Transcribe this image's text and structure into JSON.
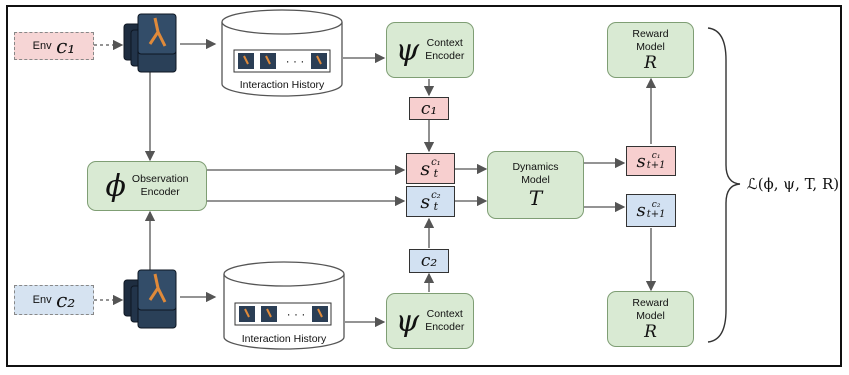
{
  "env1": {
    "label": "Env",
    "var": "c₁"
  },
  "env2": {
    "label": "Env",
    "var": "c₂"
  },
  "history_top": {
    "caption": "Interaction History",
    "ellipsis": "· · ·"
  },
  "history_bottom": {
    "caption": "Interaction History",
    "ellipsis": "· · ·"
  },
  "context_encoder_top": {
    "symbol": "ψ",
    "line1": "Context",
    "line2": "Encoder"
  },
  "context_encoder_bottom": {
    "symbol": "ψ",
    "line1": "Context",
    "line2": "Encoder"
  },
  "observation_encoder": {
    "symbol": "ϕ",
    "line1": "Observation",
    "line2": "Encoder"
  },
  "c1_box": "c₁",
  "c2_box": "c₂",
  "state_t_c1": {
    "base": "s",
    "sup": "c₁",
    "sub": "t"
  },
  "state_t_c2": {
    "base": "s",
    "sup": "c₂",
    "sub": "t"
  },
  "state_t1_c1": {
    "base": "s",
    "sup": "c₁",
    "sub": "t+1"
  },
  "state_t1_c2": {
    "base": "s",
    "sup": "c₂",
    "sub": "t+1"
  },
  "dynamics_model": {
    "line1": "Dynamics",
    "line2": "Model",
    "symbol": "T"
  },
  "reward_model_top": {
    "line1": "Reward",
    "line2": "Model",
    "symbol": "R"
  },
  "reward_model_bottom": {
    "line1": "Reward",
    "line2": "Model",
    "symbol": "R"
  },
  "loss": "ℒ(ϕ, ψ, T, R)",
  "colors": {
    "green_fill": "#d9ead3",
    "red_fill": "#f7cfcf",
    "blue_fill": "#d2e1f2",
    "arrow": "#555555"
  }
}
